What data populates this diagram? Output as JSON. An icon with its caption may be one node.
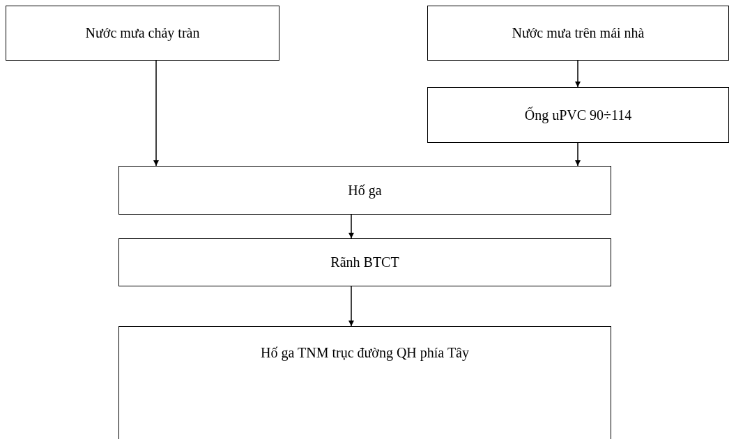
{
  "diagram": {
    "nodes": [
      {
        "text": [
          "Nước mưa chảy tràn"
        ]
      },
      {
        "text": [
          "Nước mưa trên mái nhà"
        ]
      },
      {
        "text": [
          "Ống uPVC 90÷114"
        ]
      },
      {
        "text": [
          "Hố ga"
        ]
      },
      {
        "text": [
          "Rãnh BTCT"
        ]
      },
      {
        "text": [
          "Hố ga TNM trục đường QH phía Tây"
        ]
      }
    ],
    "edges": [
      {
        "from": 0,
        "to": 3,
        "arrow": "to"
      },
      {
        "from": 1,
        "to": 2,
        "arrow": "to"
      },
      {
        "from": 2,
        "to": 3,
        "arrow": "to"
      },
      {
        "from": 3,
        "to": 4,
        "arrow": "to"
      },
      {
        "from": 4,
        "to": 5,
        "arrow": "to"
      }
    ]
  }
}
